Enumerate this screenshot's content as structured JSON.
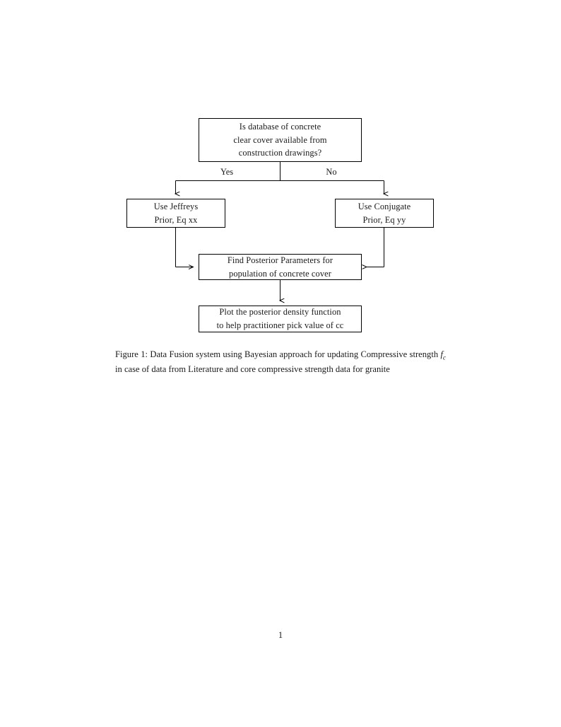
{
  "document": {
    "page_number": "1"
  },
  "figure": {
    "nodes": [
      {
        "id": "decision",
        "lines": [
          "Is database of concrete",
          "clear cover available from",
          "construction drawings?"
        ]
      },
      {
        "id": "jeffreys",
        "lines": [
          "Use Jeffreys",
          "Prior, Eq xx"
        ]
      },
      {
        "id": "conjugate",
        "lines": [
          "Use Conjugate",
          "Prior, Eq yy"
        ]
      },
      {
        "id": "posterior",
        "lines": [
          "Find Posterior Parameters for",
          "population of concrete cover"
        ]
      },
      {
        "id": "plot",
        "lines": [
          "Plot the posterior density function",
          "to help practitioner pick value of cc"
        ]
      }
    ],
    "edge_labels": {
      "yes": "Yes",
      "no": "No"
    },
    "caption": {
      "label": "Figure 1:",
      "text_before_math": " Data Fusion system using Bayesian approach for updating Compressive strength ",
      "math_base": "f",
      "math_sub": "c",
      "text_after_math": " in case of data from Literature and core compressive strength data for granite"
    }
  },
  "colors": {
    "ink": "#1a1a1a",
    "stroke": "#000000",
    "paper": "#ffffff"
  }
}
